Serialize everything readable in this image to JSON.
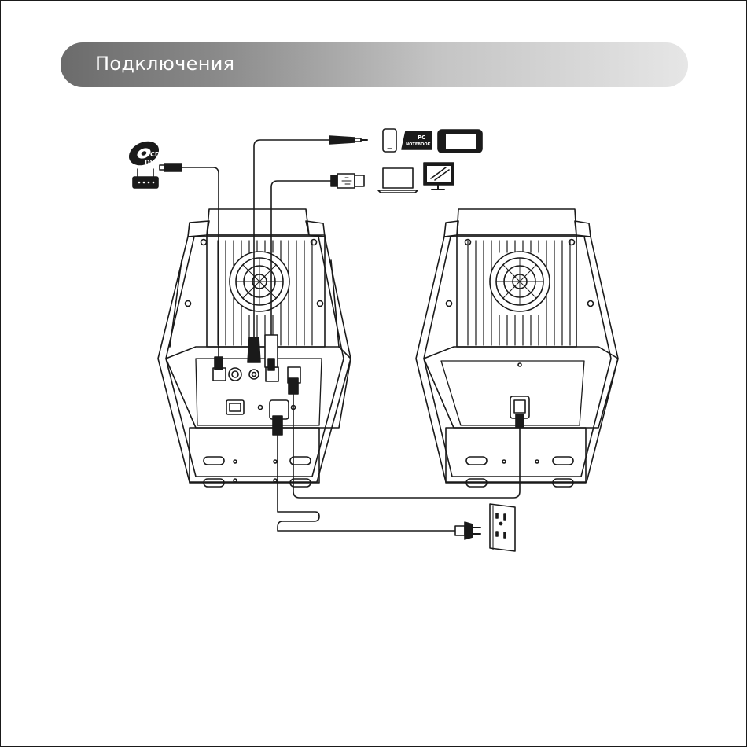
{
  "header": {
    "title": "Подключения"
  },
  "device_labels": {
    "disc": [
      "CD",
      "DVD"
    ],
    "pc_notebook": [
      "PC",
      "NOTEBOOK"
    ]
  },
  "colors": {
    "header_start": "#6b6b6b",
    "header_end": "#e6e6e6",
    "line": "#1a1a1a",
    "speaker_fill": "#ffffff",
    "cable_gray": "#888888"
  },
  "icons": {
    "disc": "cd-dvd-icon",
    "router": "router-icon",
    "phone": "smartphone-icon",
    "pc": "pc-notebook-icon",
    "tablet": "tablet-icon",
    "laptop": "laptop-icon",
    "monitor": "monitor-icon",
    "outlet": "wall-outlet-icon",
    "plug": "power-plug-icon"
  }
}
